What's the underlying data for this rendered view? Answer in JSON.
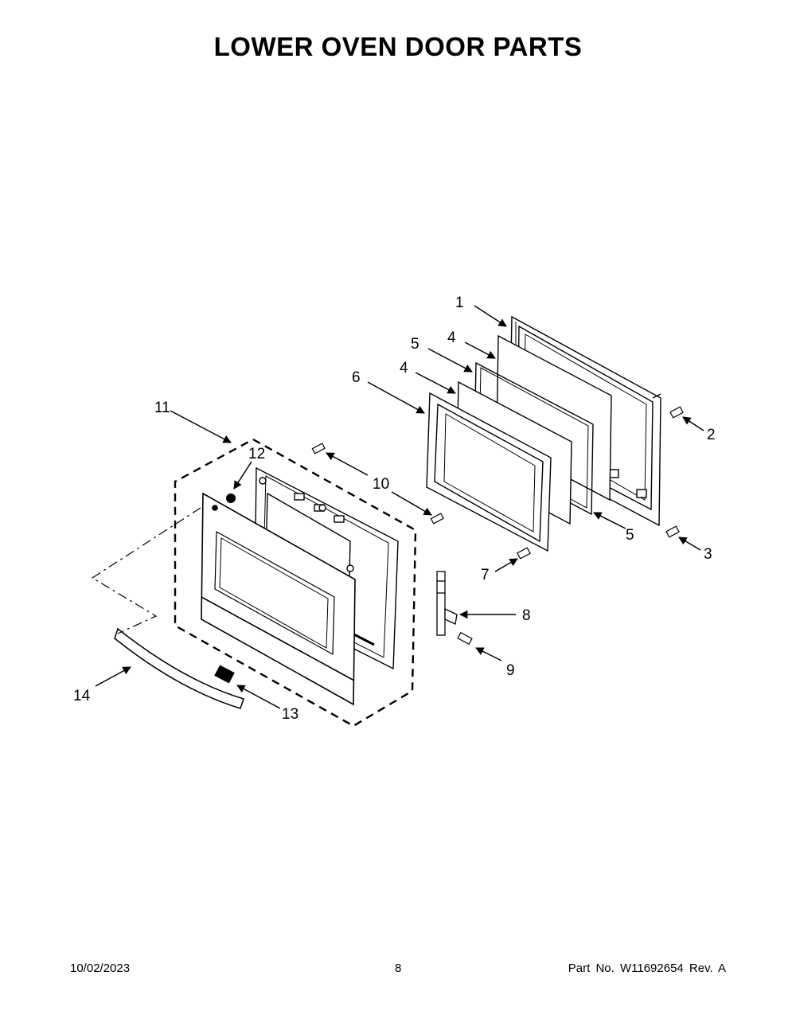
{
  "page": {
    "title": "LOWER OVEN DOOR PARTS"
  },
  "callouts": {
    "c1": "1",
    "c2": "2",
    "c3": "3",
    "c4a": "4",
    "c4b": "4",
    "c5a": "5",
    "c5b": "5",
    "c6": "6",
    "c7": "7",
    "c8": "8",
    "c9": "9",
    "c10": "10",
    "c11": "11",
    "c12": "12",
    "c13": "13",
    "c14": "14"
  },
  "footer": {
    "date": "10/02/2023",
    "page_number": "8",
    "part_info": "Part No.  W11692654  Rev.  A"
  }
}
